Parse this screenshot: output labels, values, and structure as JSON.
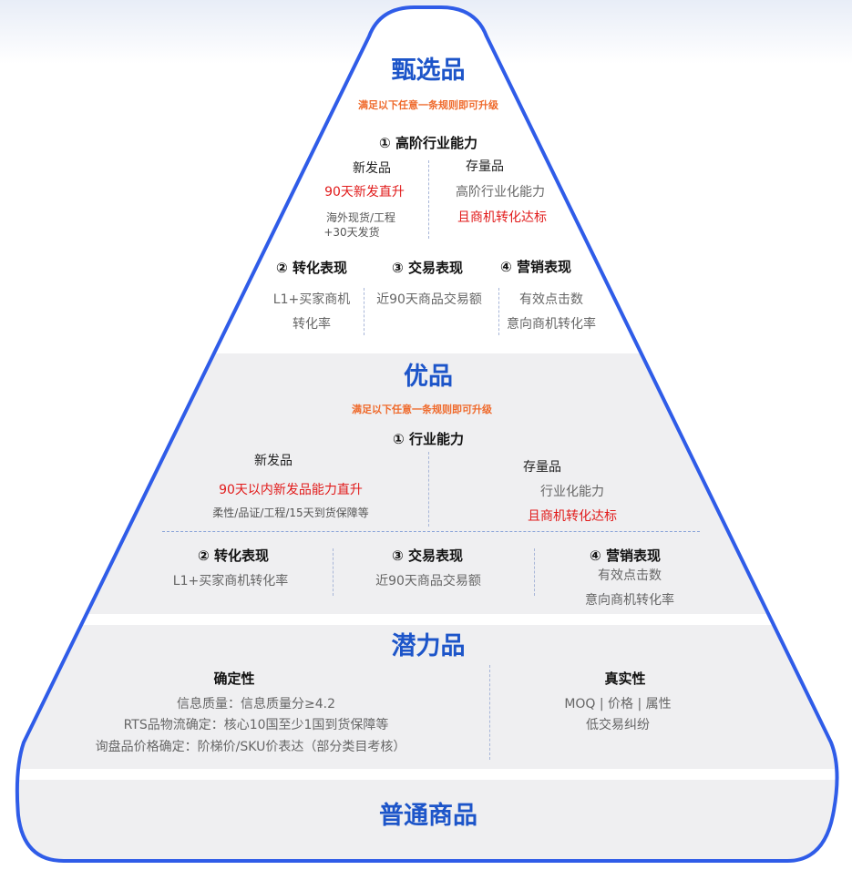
{
  "colors": {
    "border": "#2f5ce8",
    "band": "#efeff1",
    "title": "#1d55c9",
    "rule": "#ef6a2c",
    "highlight": "#e11b1b"
  },
  "tier1": {
    "title": "甄选品",
    "rule": "满足以下任意一条规则即可升级",
    "c1": {
      "heading": "① 高阶行业能力",
      "new": {
        "label": "新发品",
        "red": "90天新发直升",
        "note1": "海外现货/工程",
        "note2": "+30天发货"
      },
      "stock": {
        "label": "存量品",
        "gray": "高阶行业化能力",
        "red": "且商机转化达标"
      }
    },
    "c2": {
      "heading": "② 转化表现",
      "line1": "L1+买家商机",
      "line2": "转化率"
    },
    "c3": {
      "heading": "③ 交易表现",
      "line1": "近90天商品交易额"
    },
    "c4": {
      "heading": "④ 营销表现",
      "line1": "有效点击数",
      "line2": "意向商机转化率"
    }
  },
  "tier2": {
    "title": "优品",
    "rule": "满足以下任意一条规则即可升级",
    "c1": {
      "heading": "① 行业能力",
      "new": {
        "label": "新发品",
        "red": "90天以内新发品能力直升",
        "note": "柔性/品证/工程/15天到货保障等"
      },
      "stock": {
        "label": "存量品",
        "gray": "行业化能力",
        "red": "且商机转化达标"
      }
    },
    "c2": {
      "heading": "② 转化表现",
      "line1": "L1+买家商机转化率"
    },
    "c3": {
      "heading": "③ 交易表现",
      "line1": "近90天商品交易额"
    },
    "c4": {
      "heading": "④ 营销表现",
      "line1": "有效点击数",
      "line2": "意向商机转化率"
    }
  },
  "tier3": {
    "title": "潜力品",
    "left": {
      "heading": "确定性",
      "line1": "信息质量：信息质量分≥4.2",
      "line2": "RTS品物流确定：核心10国至少1国到货保障等",
      "line3": "询盘品价格确定：阶梯价/SKU价表达（部分类目考核）"
    },
    "right": {
      "heading": "真实性",
      "line1": "MOQ | 价格 | 属性",
      "line2": "低交易纠纷"
    }
  },
  "tier4": {
    "title": "普通商品"
  }
}
